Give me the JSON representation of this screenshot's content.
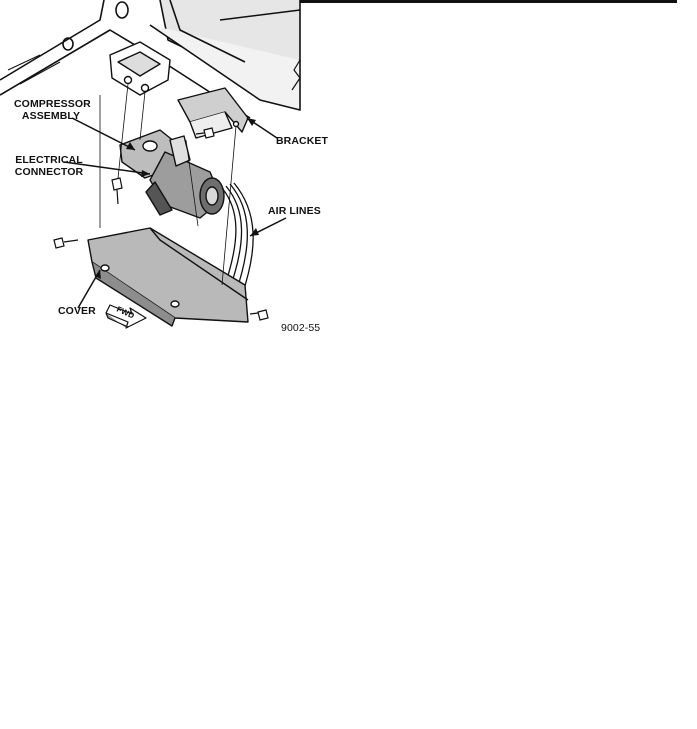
{
  "labels": {
    "compressor_assembly_line1": "COMPRESSOR",
    "compressor_assembly_line2": "ASSEMBLY",
    "electrical_connector_line1": "ELECTRICAL",
    "electrical_connector_line2": "CONNECTOR",
    "bracket": "BRACKET",
    "air_lines": "AIR LINES",
    "cover": "COVER",
    "fwd_arrow": "FWD",
    "figure_number": "9002-55"
  }
}
